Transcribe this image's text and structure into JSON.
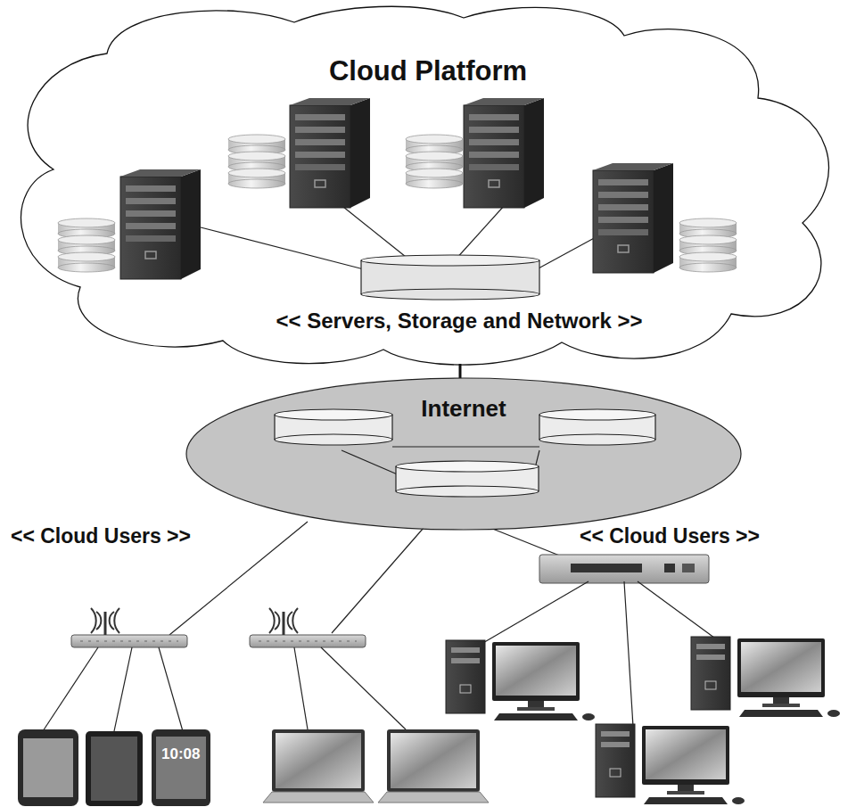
{
  "diagram": {
    "nodes": [
      {
        "text": [
          "Cloud Platform",
          "<< Servers, Storage and Network >>"
        ]
      },
      {
        "text": [
          "Internet"
        ]
      }
    ],
    "edges": [
      {
        "from": 0,
        "to": 1,
        "arrow": "none"
      }
    ],
    "labels": [
      "<< Cloud Users >>",
      "<< Cloud Users >>",
      "10:08"
    ]
  }
}
